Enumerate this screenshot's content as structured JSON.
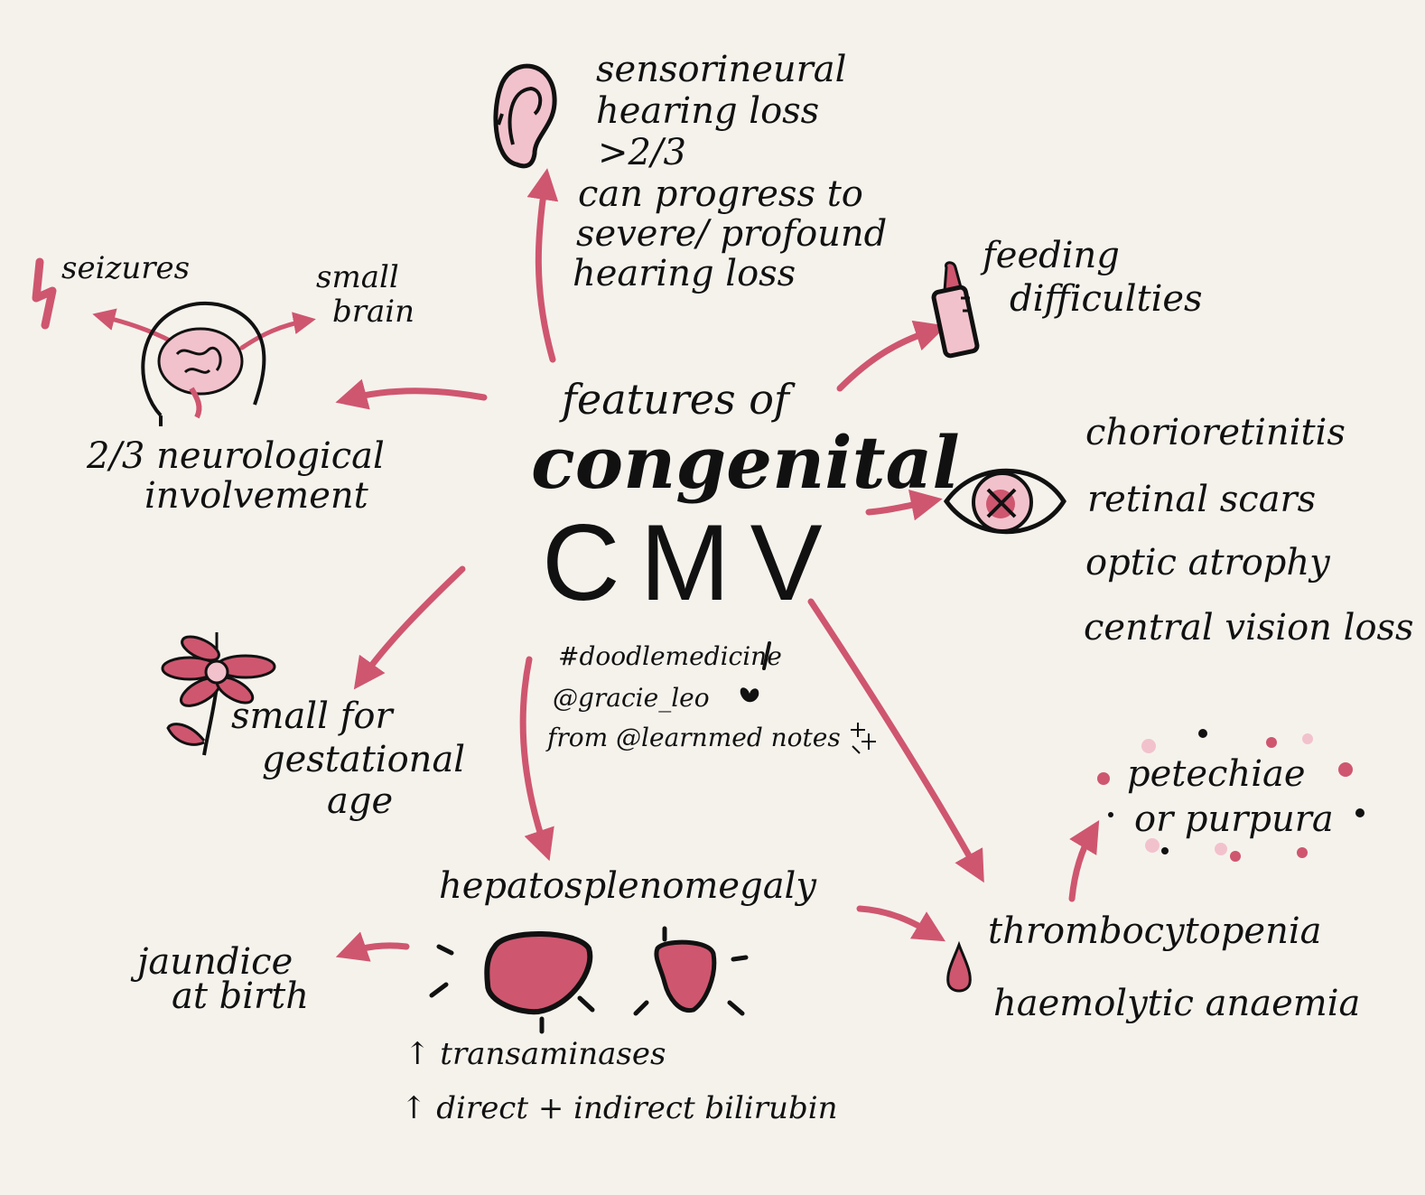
{
  "title": {
    "line1": "features of",
    "line2": "congenital",
    "line3": "CMV"
  },
  "credits": [
    "#doodlemedicine",
    "@gracie_leo",
    "from @learnmed notes"
  ],
  "features": {
    "hearing": [
      "sensorineural",
      "hearing loss",
      ">2/3",
      "can progress to",
      "severe/ profound",
      "hearing loss"
    ],
    "neuro": [
      "2/3 neurological",
      "involvement"
    ],
    "seizures": "seizures",
    "small_brain": [
      "small",
      "brain"
    ],
    "feeding": [
      "feeding",
      "difficulties"
    ],
    "eye": [
      "chorioretinitis",
      "retinal scars",
      "optic atrophy",
      "central vision loss"
    ],
    "sga": [
      "small for",
      "gestational",
      "age"
    ],
    "hepato": "hepatosplenomegaly",
    "hepato_labs": [
      "↑ transaminases",
      "↑ direct + indirect bilirubin"
    ],
    "jaundice": [
      "jaundice",
      "at birth"
    ],
    "blood": [
      "thrombocytopenia",
      "haemolytic anaemia"
    ],
    "petechiae": [
      "petechiae",
      "or purpura"
    ]
  },
  "colors": {
    "accent": "#cf566f",
    "accent_light": "#f2c2cc",
    "ink": "#111111",
    "background": "#f5f2ec"
  }
}
